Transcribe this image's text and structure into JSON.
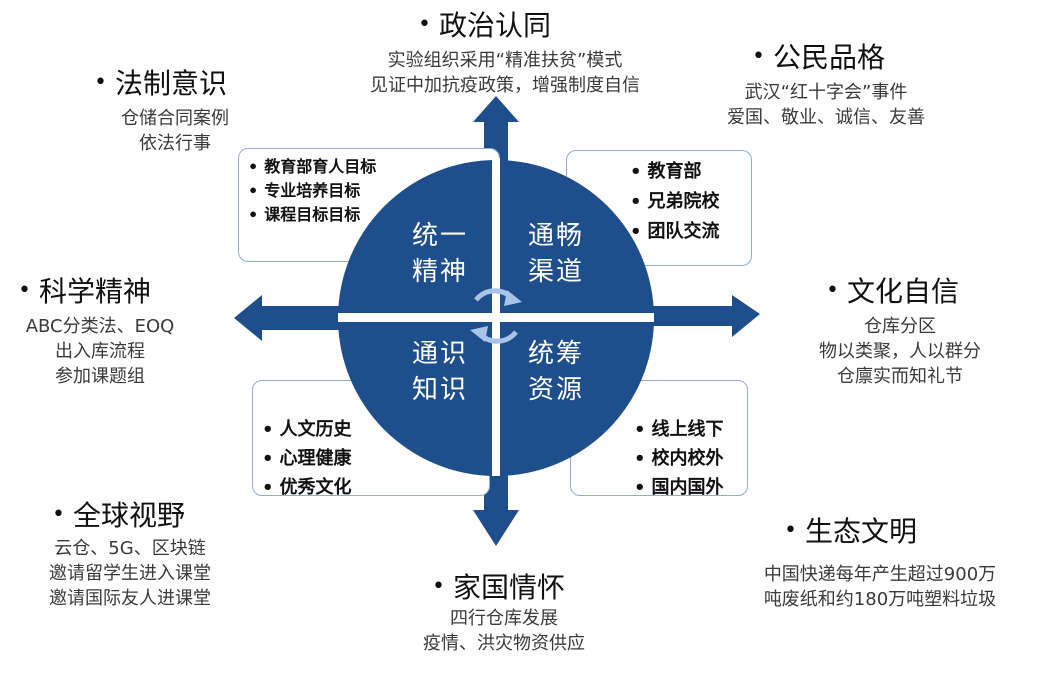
{
  "colors": {
    "circle": "#1f4e8c",
    "arrow": "#1f4e8c",
    "box_border": "#8faed6",
    "cross": "#ffffff"
  },
  "center": {
    "top_left": [
      "统一",
      "精神"
    ],
    "top_right": [
      "通畅",
      "渠道"
    ],
    "bottom_left": [
      "通识",
      "知识"
    ],
    "bottom_right": [
      "统筹",
      "资源"
    ]
  },
  "boxes": {
    "top_left": [
      "教育部育人目标",
      "专业培养目标",
      "课程目标目标"
    ],
    "top_right": [
      "教育部",
      "兄弟院校",
      "团队交流"
    ],
    "bottom_left": [
      "人文历史",
      "心理健康",
      "优秀文化"
    ],
    "bottom_right": [
      "线上线下",
      "校内校外",
      "国内国外"
    ]
  },
  "topics": {
    "political": {
      "title": "政治认同",
      "lines": [
        "实验组织采用“精准扶贫”模式",
        "见证中加抗疫政策，增强制度自信"
      ]
    },
    "civic": {
      "title": "公民品格",
      "lines": [
        "武汉“红十字会”事件",
        "爱国、敬业、诚信、友善"
      ]
    },
    "law": {
      "title": "法制意识",
      "lines": [
        "仓储合同案例",
        "依法行事"
      ]
    },
    "science": {
      "title": "科学精神",
      "lines": [
        "ABC分类法、EOQ",
        "出入库流程",
        "参加课题组"
      ]
    },
    "culture": {
      "title": "文化自信",
      "lines": [
        "仓库分区",
        "物以类聚，人以群分",
        "仓廪实而知礼节"
      ]
    },
    "global": {
      "title": "全球视野",
      "lines": [
        "云仓、5G、区块链",
        "邀请留学生进入课堂",
        "邀请国际友人进课堂"
      ]
    },
    "homeland": {
      "title": "家国情怀",
      "lines": [
        "四行仓库发展",
        "疫情、洪灾物资供应"
      ]
    },
    "ecology": {
      "title": "生态文明",
      "lines": [
        "中国快递每年产生超过900万",
        "吨废纸和约180万吨塑料垃圾"
      ]
    }
  }
}
